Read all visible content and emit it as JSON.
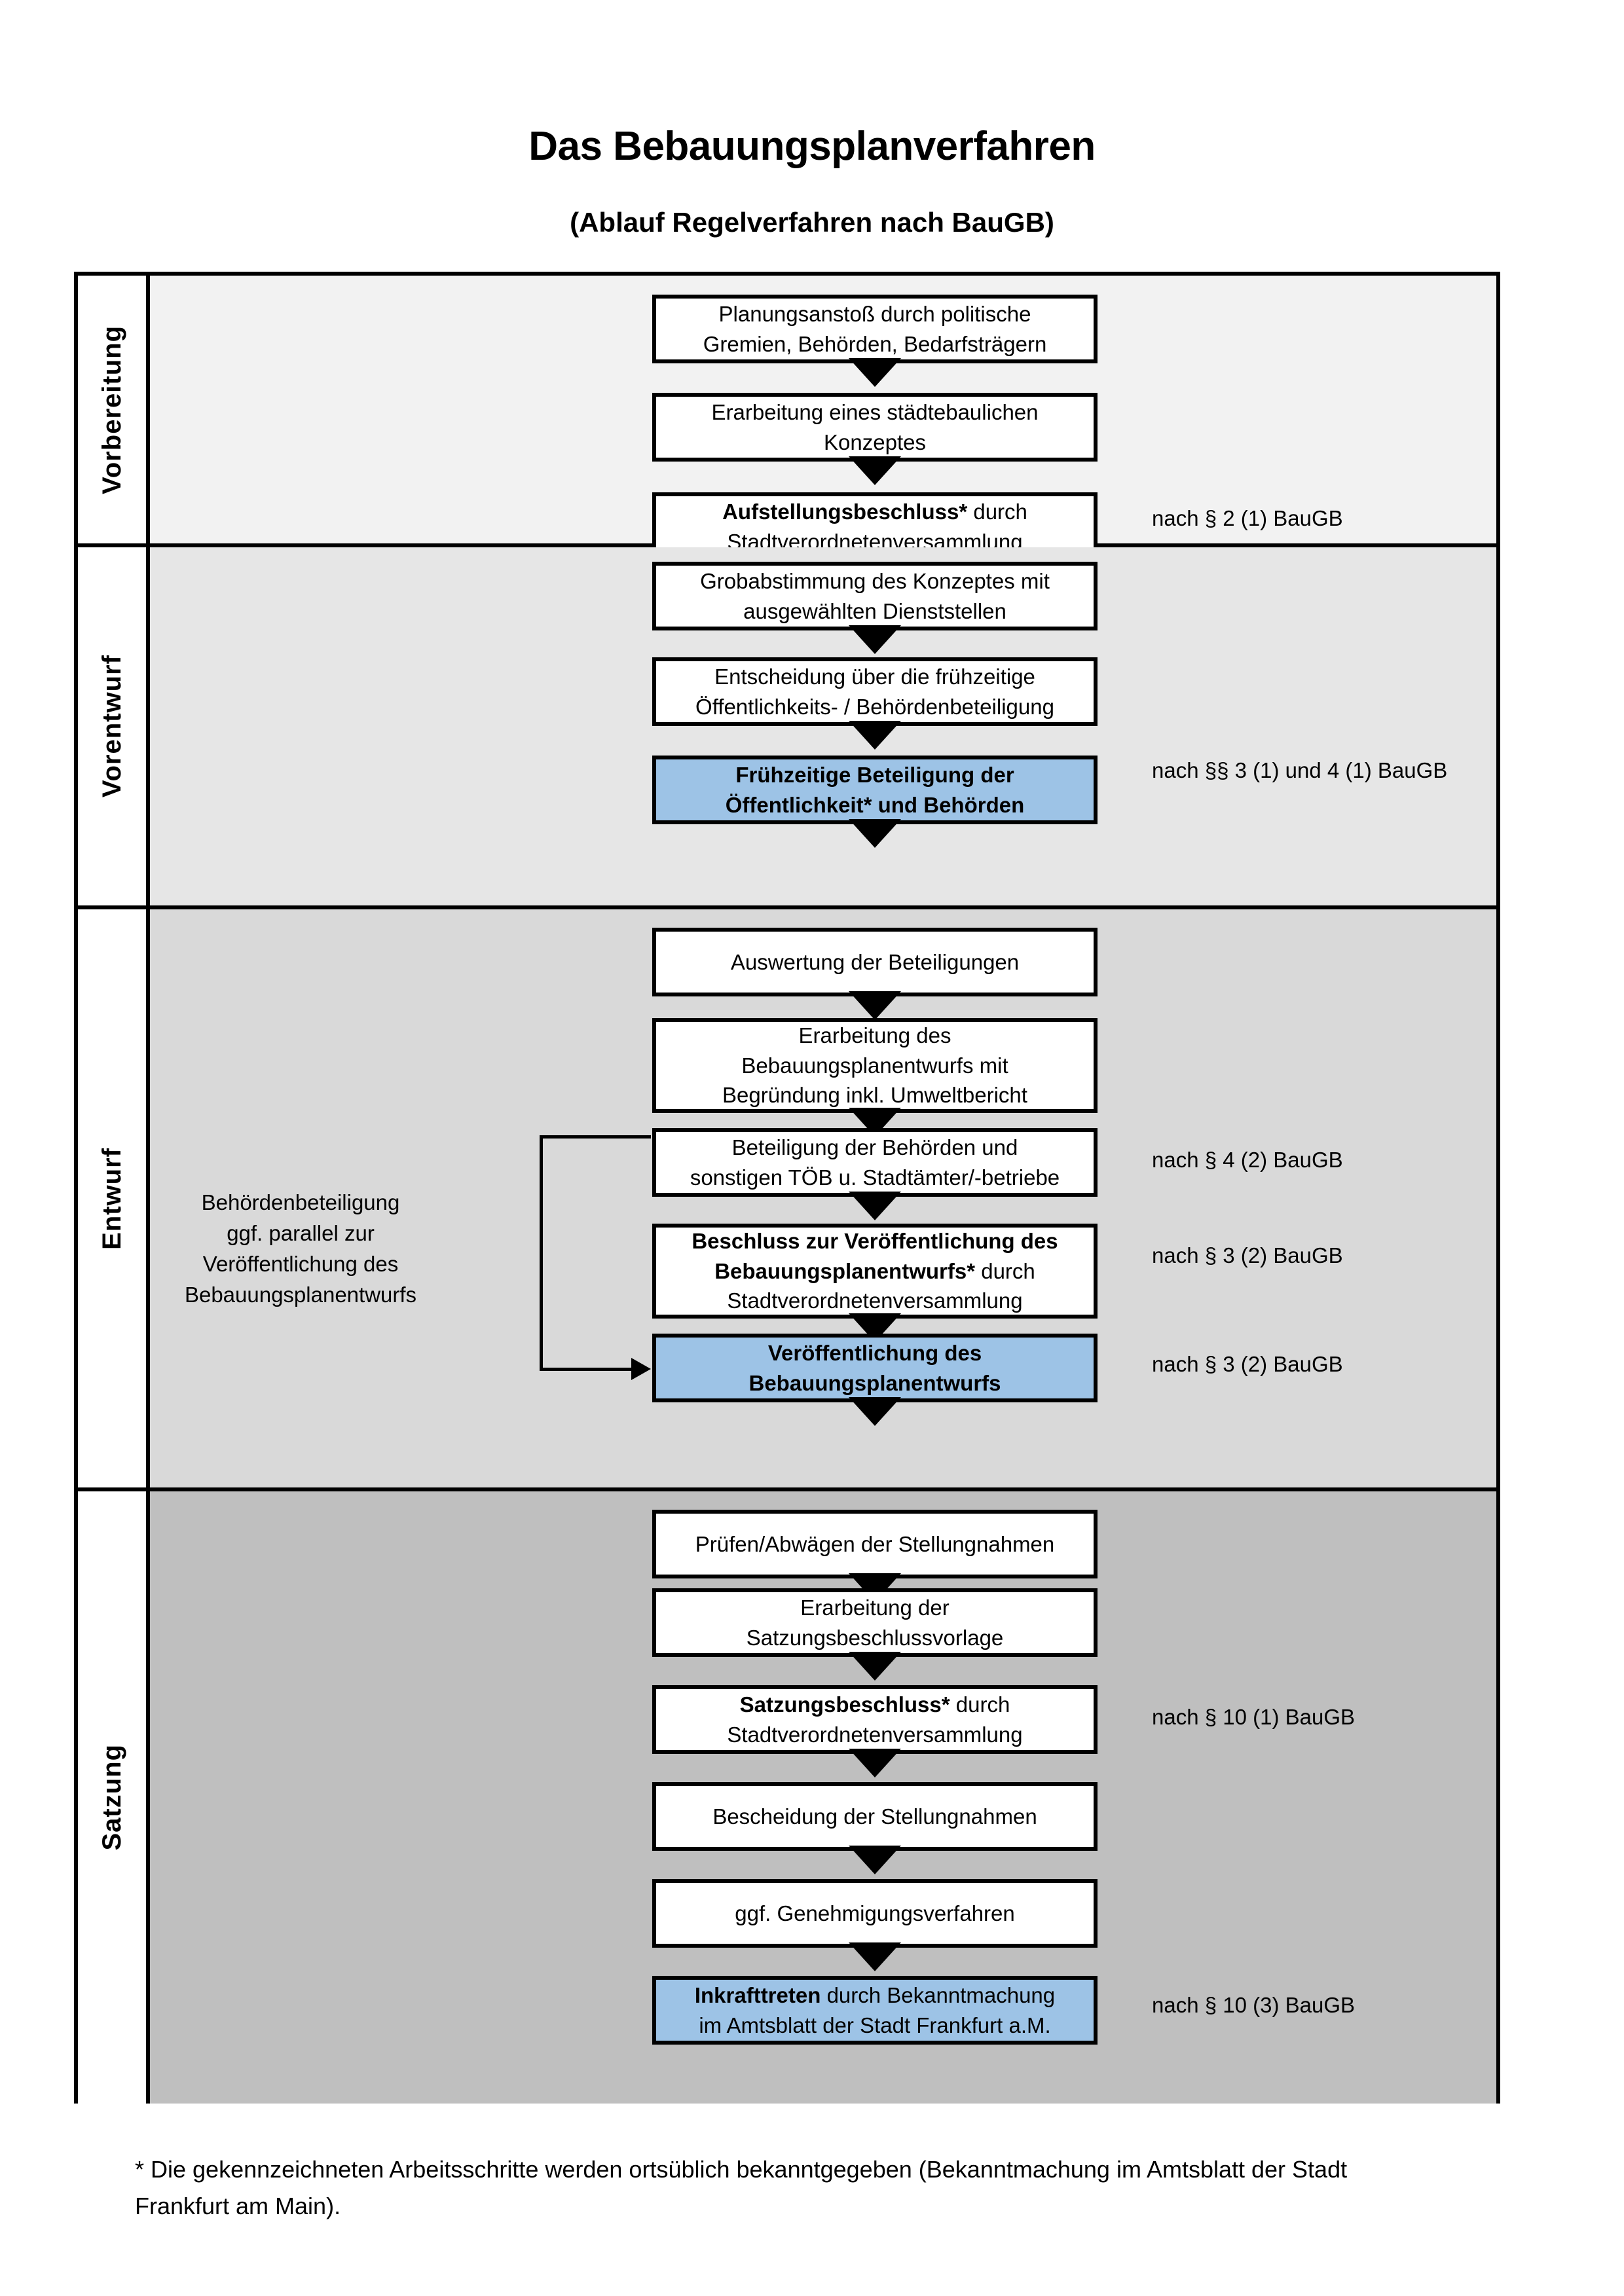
{
  "header": {
    "title": "Das Bebauungsplanverfahren",
    "subtitle": "(Ablauf Regelverfahren nach BauGB)"
  },
  "colors": {
    "highlight_blue": "#9dc3e6",
    "band_vorbereitung": "#f2f2f2",
    "band_vorentwurf": "#e6e6e6",
    "band_entwurf": "#d9d9d9",
    "band_satzung": "#bfbfbf",
    "border": "#000000"
  },
  "phases": [
    {
      "label": "Vorbereitung",
      "steps": [
        {
          "lines": [
            {
              "text": "Planungsanstoß durch politische"
            },
            {
              "text": "Gremien, Behörden, Bedarfsträgern"
            }
          ],
          "highlight": false
        },
        {
          "lines": [
            {
              "text": "Erarbeitung eines städtebaulichen"
            },
            {
              "text": "Konzeptes"
            }
          ],
          "highlight": false
        },
        {
          "lines": [
            {
              "bold": "Aufstellungsbeschluss*",
              "text": " durch"
            },
            {
              "text": "Stadtverordnetenversammlung"
            }
          ],
          "highlight": false
        }
      ],
      "legal_refs": [
        "nach § 2 (1) BauGB"
      ]
    },
    {
      "label": "Vorentwurf",
      "steps": [
        {
          "lines": [
            {
              "text": "Grobabstimmung des Konzeptes mit"
            },
            {
              "text": "ausgewählten Dienststellen"
            }
          ],
          "highlight": false
        },
        {
          "lines": [
            {
              "text": "Entscheidung über die frühzeitige"
            },
            {
              "text": "Öffentlichkeits- / Behördenbeteiligung"
            }
          ],
          "highlight": false
        },
        {
          "lines": [
            {
              "bold": "Frühzeitige Beteiligung der"
            },
            {
              "bold": "Öffentlichkeit* und Behörden"
            }
          ],
          "highlight": true
        }
      ],
      "legal_refs": [
        "nach §§ 3 (1) und 4 (1) BauGB"
      ]
    },
    {
      "label": "Entwurf",
      "sidenote": [
        "Behördenbeteiligung",
        "ggf. parallel zur",
        "Veröffentlichung des",
        "Bebauungsplanentwurfs"
      ],
      "steps": [
        {
          "lines": [
            {
              "text": "Auswertung der Beteiligungen"
            }
          ],
          "highlight": false
        },
        {
          "lines": [
            {
              "text": "Erarbeitung des"
            },
            {
              "text": "Bebauungsplanentwurfs mit"
            },
            {
              "text": "Begründung inkl. Umweltbericht"
            }
          ],
          "highlight": false
        },
        {
          "lines": [
            {
              "text": "Beteiligung der Behörden und"
            },
            {
              "text": "sonstigen TÖB u. Stadtämter/-betriebe"
            }
          ],
          "highlight": false
        },
        {
          "lines": [
            {
              "bold": "Beschluss zur Veröffentlichung des"
            },
            {
              "bold": "Bebauungsplanentwurfs*",
              "text": " durch"
            },
            {
              "text": "Stadtverordnetenversammlung"
            }
          ],
          "highlight": false
        },
        {
          "lines": [
            {
              "bold": "Veröffentlichung des"
            },
            {
              "bold": "Bebauungsplanentwurfs"
            }
          ],
          "highlight": true
        }
      ],
      "legal_refs": [
        "nach § 4 (2) BauGB",
        "nach § 3 (2) BauGB",
        "nach § 3 (2) BauGB"
      ]
    },
    {
      "label": "Satzung",
      "steps": [
        {
          "lines": [
            {
              "text": "Prüfen/Abwägen der Stellungnahmen"
            }
          ],
          "highlight": false
        },
        {
          "lines": [
            {
              "text": "Erarbeitung der"
            },
            {
              "text": "Satzungsbeschlussvorlage"
            }
          ],
          "highlight": false
        },
        {
          "lines": [
            {
              "bold": "Satzungsbeschluss*",
              "text": " durch"
            },
            {
              "text": "Stadtverordnetenversammlung"
            }
          ],
          "highlight": false
        },
        {
          "lines": [
            {
              "text": "Bescheidung der Stellungnahmen"
            }
          ],
          "highlight": false
        },
        {
          "lines": [
            {
              "text": "ggf. Genehmigungsverfahren"
            }
          ],
          "highlight": false
        },
        {
          "lines": [
            {
              "bold": "Inkrafttreten",
              "text": " durch Bekanntmachung"
            },
            {
              "text": "im Amtsblatt der Stadt Frankfurt a.M."
            }
          ],
          "highlight": true
        }
      ],
      "legal_refs": [
        "nach § 10 (1) BauGB",
        "nach § 10 (3) BauGB"
      ]
    }
  ],
  "footnote": [
    "* Die gekennzeichneten Arbeitsschritte werden ortsüblich bekanntgegeben (Bekanntmachung im Amtsblatt  der Stadt",
    "Frankfurt am Main)."
  ]
}
